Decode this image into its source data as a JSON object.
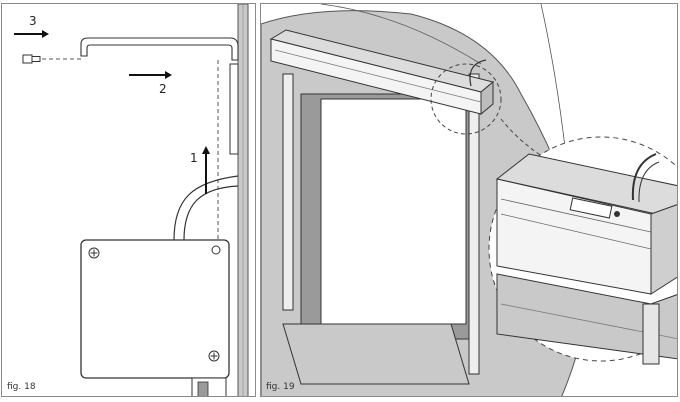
{
  "figures": [
    {
      "caption": "fig. 18",
      "steps": [
        "3",
        "2",
        "1"
      ]
    },
    {
      "caption": "fig. 19"
    }
  ],
  "colors": {
    "gray_panel": "#c9c9c9",
    "dark_gray": "#7a7a7a",
    "frame_gray": "#dcdcdc"
  }
}
